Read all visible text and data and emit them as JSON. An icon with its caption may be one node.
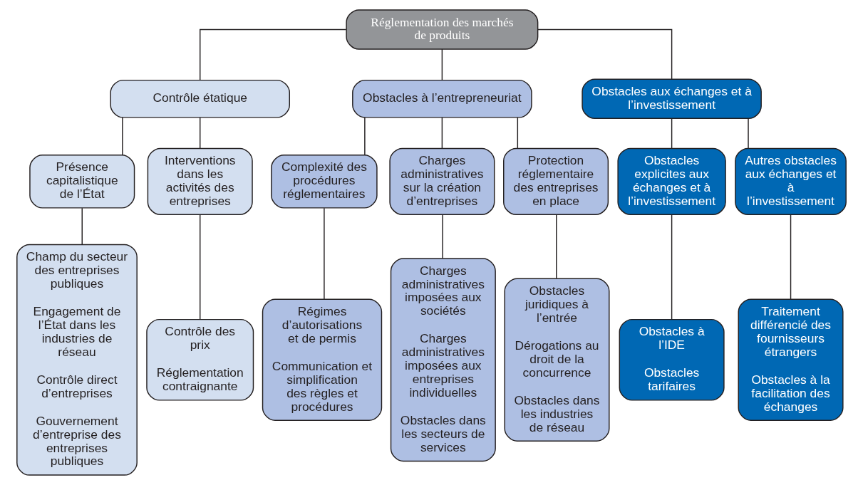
{
  "diagram": {
    "nodes": [
      {
        "text": [
          "Réglementation des marchés de produits"
        ]
      },
      {
        "text": [
          "Contrôle étatique"
        ]
      },
      {
        "text": [
          "Obstacles à l’entrepreneuriat"
        ]
      },
      {
        "text": [
          "Obstacles aux échanges et à l’investissement"
        ]
      },
      {
        "text": [
          "Présence capitalistique de l’État"
        ]
      },
      {
        "text": [
          "Interventions dans les activités des entreprises"
        ]
      },
      {
        "text": [
          "Complexité des procédures réglementaires"
        ]
      },
      {
        "text": [
          "Charges administratives sur la création d’entreprises"
        ]
      },
      {
        "text": [
          "Protection réglementaire des entreprises en place"
        ]
      },
      {
        "text": [
          "Obstacles explicites aux échanges et à l’investissement"
        ]
      },
      {
        "text": [
          "Autres obstacles aux échanges et à l’investissement"
        ]
      },
      {
        "text": [
          "Champ du secteur des entreprises publiques",
          "Engagement de l’État dans les industries de réseau",
          "Contrôle direct d’entreprises",
          "Gouvernement d’entreprise des entreprises publiques"
        ]
      },
      {
        "text": [
          "Contrôle des prix",
          "Réglementation contraignante"
        ]
      },
      {
        "text": [
          "Régimes d’autorisations et de permis",
          "Communication et simplification des règles et procédures"
        ]
      },
      {
        "text": [
          "Charges administratives imposées aux sociétés",
          "Charges administratives imposées aux entreprises individuelles",
          "Obstacles dans les secteurs de services"
        ]
      },
      {
        "text": [
          "Obstacles juridiques à l’entrée",
          "Dérogations au droit de la concurrence",
          "Obstacles dans les industries de réseau"
        ]
      },
      {
        "text": [
          "Obstacles à l’IDE",
          "Obstacles tarifaires"
        ]
      },
      {
        "text": [
          "Traitement différencié des fournisseurs étrangers",
          "Obstacles à la facilitation des échanges"
        ]
      }
    ],
    "edges": [
      {
        "from": 0,
        "to": 1,
        "arrow": "none"
      },
      {
        "from": 0,
        "to": 2,
        "arrow": "none"
      },
      {
        "from": 0,
        "to": 3,
        "arrow": "none"
      },
      {
        "from": 1,
        "to": 4,
        "arrow": "none"
      },
      {
        "from": 1,
        "to": 5,
        "arrow": "none"
      },
      {
        "from": 2,
        "to": 6,
        "arrow": "none"
      },
      {
        "from": 2,
        "to": 7,
        "arrow": "none"
      },
      {
        "from": 2,
        "to": 8,
        "arrow": "none"
      },
      {
        "from": 3,
        "to": 9,
        "arrow": "none"
      },
      {
        "from": 3,
        "to": 10,
        "arrow": "none"
      },
      {
        "from": 4,
        "to": 11,
        "arrow": "none"
      },
      {
        "from": 5,
        "to": 12,
        "arrow": "none"
      },
      {
        "from": 6,
        "to": 13,
        "arrow": "none"
      },
      {
        "from": 7,
        "to": 14,
        "arrow": "none"
      },
      {
        "from": 8,
        "to": 15,
        "arrow": "none"
      },
      {
        "from": 9,
        "to": 16,
        "arrow": "none"
      },
      {
        "from": 10,
        "to": 17,
        "arrow": "none"
      }
    ]
  }
}
